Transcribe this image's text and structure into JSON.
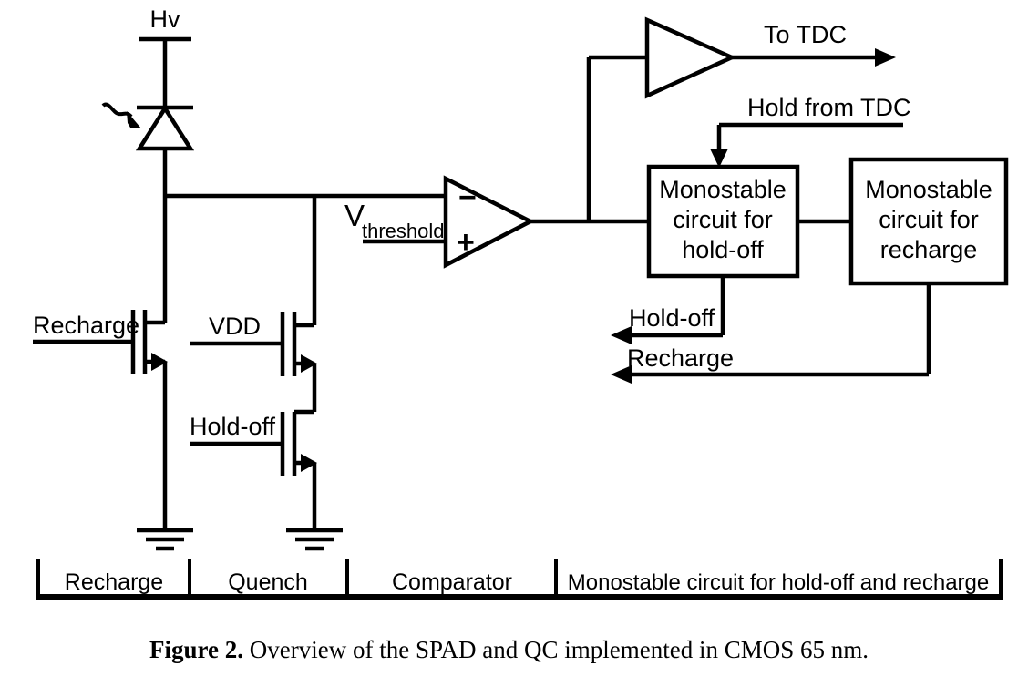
{
  "figure": {
    "caption_bold": "Figure 2.",
    "caption_rest": " Overview of the SPAD and QC implemented in CMOS 65 nm."
  },
  "labels": {
    "hv": "Hv",
    "recharge_gate": "Recharge",
    "vdd_gate": "VDD",
    "holdoff_gate": "Hold-off",
    "vthreshold_main": "V",
    "vthreshold_sub": "threshold",
    "comparator_minus": "−",
    "comparator_plus": "+",
    "to_tdc": "To TDC",
    "hold_from_tdc": "Hold from TDC",
    "feedback_holdoff": "Hold-off",
    "feedback_recharge": "Recharge"
  },
  "blocks": [
    {
      "name": "monostable-holdoff",
      "lines": [
        "Monostable",
        "circuit for",
        "hold-off"
      ]
    },
    {
      "name": "monostable-recharge",
      "lines": [
        "Monostable",
        "circuit for",
        "recharge"
      ]
    }
  ],
  "legend": {
    "items": [
      {
        "name": "recharge",
        "label": "Recharge"
      },
      {
        "name": "quench",
        "label": "Quench"
      },
      {
        "name": "comparator",
        "label": "Comparator"
      },
      {
        "name": "monostable",
        "label": "Monostable circuit for hold-off and recharge"
      }
    ]
  },
  "colors": {
    "stroke": "#000000",
    "background": "#ffffff"
  }
}
